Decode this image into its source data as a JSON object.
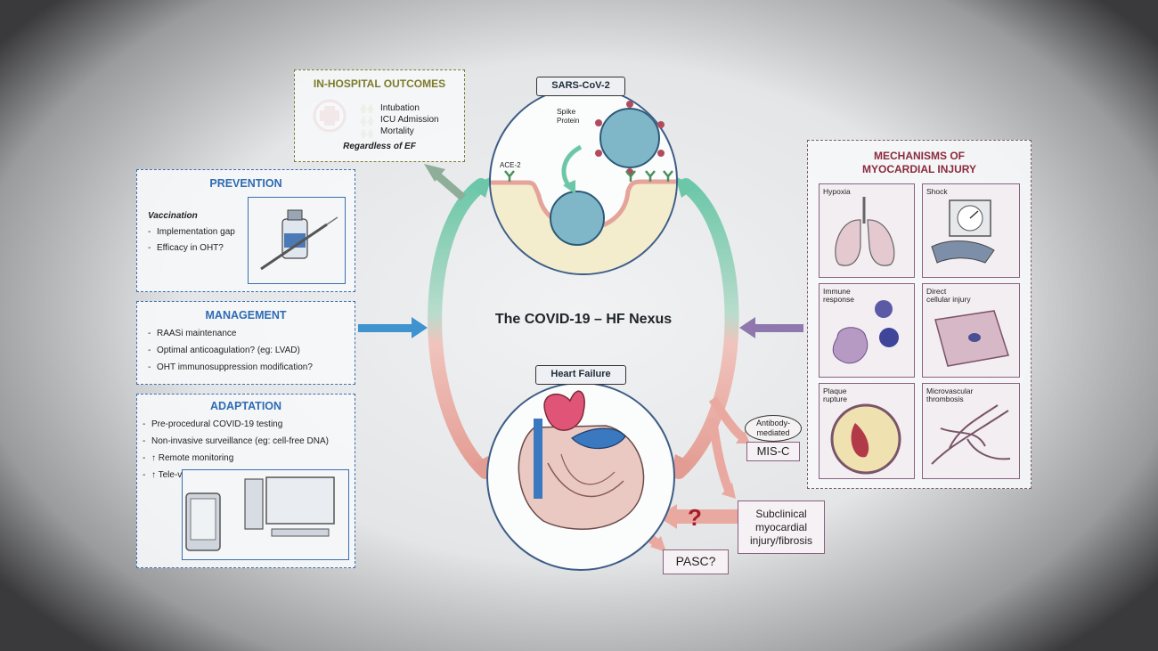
{
  "center": {
    "title": "The COVID-19 – HF Nexus"
  },
  "sars": {
    "title": "SARS-CoV-2",
    "spike_label": "Spike\nProtein",
    "ace2_label": "ACE-2"
  },
  "heart": {
    "title": "Heart Failure"
  },
  "outcomes": {
    "title": "IN-HOSPITAL OUTCOMES",
    "items": [
      "Intubation",
      "ICU Admission",
      "Mortality"
    ],
    "note": "Regardless of EF"
  },
  "prevention": {
    "title": "PREVENTION",
    "subtitle": "Vaccination",
    "items": [
      "Implementation gap",
      "Efficacy in OHT?"
    ]
  },
  "management": {
    "title": "MANAGEMENT",
    "items": [
      "RAASi maintenance",
      "Optimal anticoagulation? (eg: LVAD)",
      "OHT immunosuppression modification?"
    ]
  },
  "adaptation": {
    "title": "ADAPTATION",
    "items": [
      "Pre-procedural COVID-19 testing",
      "Non-invasive surveillance (eg: cell-free DNA)",
      "↑ Remote monitoring",
      "↑ Tele-visits"
    ]
  },
  "mechanisms": {
    "title": "MECHANISMS OF MYOCARDIAL INJURY",
    "cells": [
      "Hypoxia",
      "Shock",
      "Immune response",
      "Direct cellular injury",
      "Plaque rupture",
      "Microvascular thrombosis"
    ]
  },
  "misc": {
    "antibody": "Antibody-\nmediated",
    "misc_label": "MIS-C",
    "subclinical": "Subclinical myocardial injury/fibrosis",
    "question": "?",
    "pasc": "PASC?"
  },
  "colors": {
    "teal": "#6cc7a8",
    "salmon": "#e9a9a0",
    "blue": "#3f93cf",
    "purple": "#8f78ad",
    "header_blue": "#2e6bb3",
    "mech_title": "#8a2a3c"
  }
}
